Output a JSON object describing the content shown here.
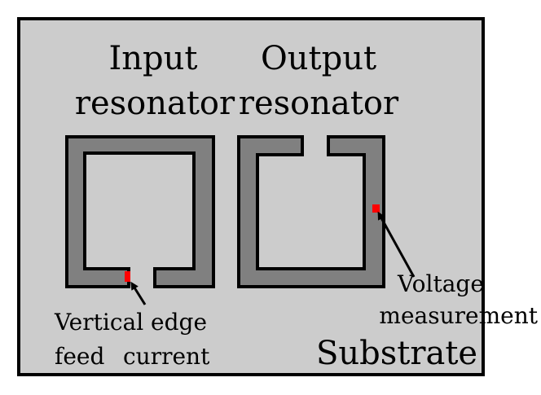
{
  "labels": {
    "input_line1": "Input",
    "input_line2": "resonator",
    "output_line1": "Output",
    "output_line2": "resonator",
    "substrate": "Substrate",
    "feed_line1": "Vertical edge",
    "feed_line2a": "feed",
    "feed_line2b": "current",
    "voltage_line1": "Voltage",
    "voltage_line2": "measurement"
  },
  "colors": {
    "substrate": "#cccccc",
    "resonator": "#808080",
    "outline": "#000000",
    "marker": "#ff0000"
  }
}
